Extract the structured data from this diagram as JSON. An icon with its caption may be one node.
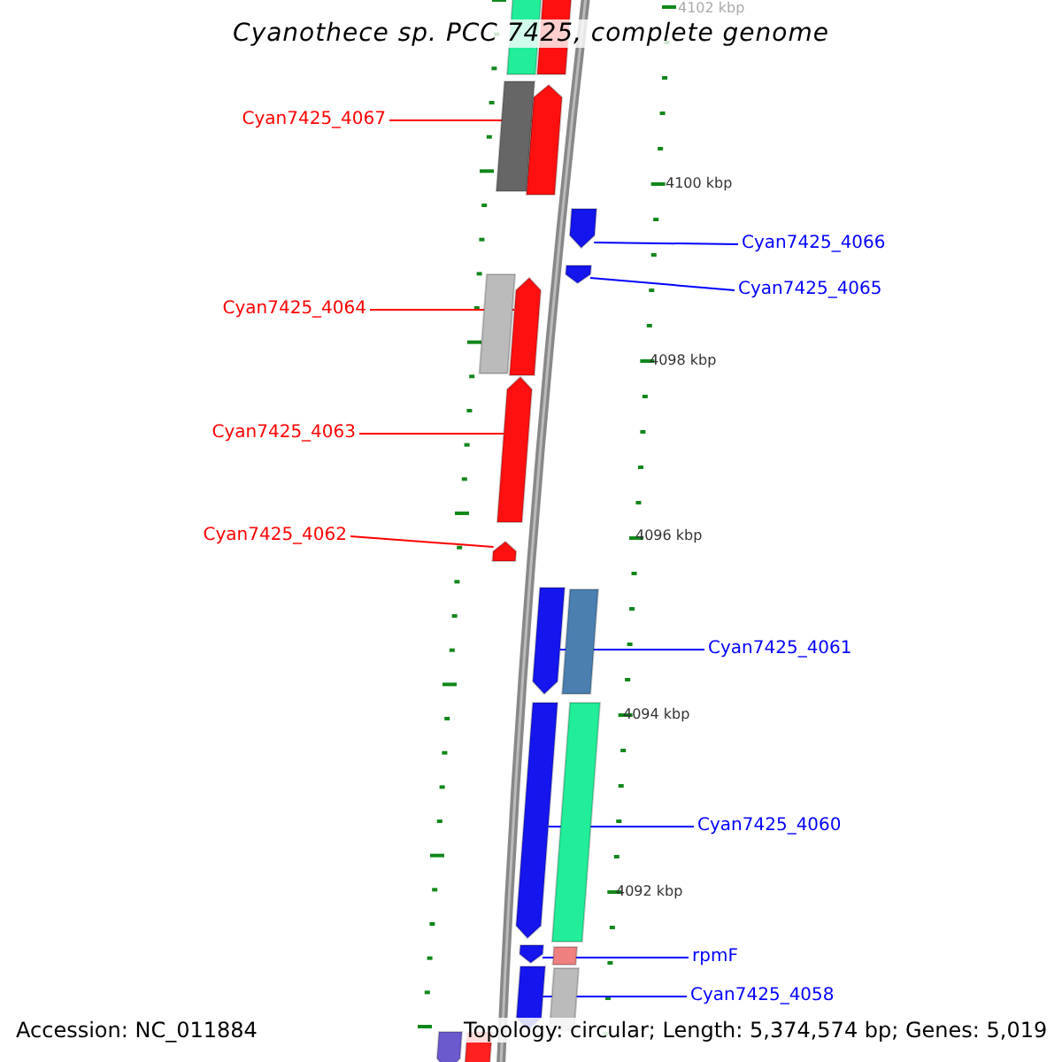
{
  "diagram": {
    "title": "Cyanothece sp. PCC 7425, complete genome",
    "nodes": [
      {
        "text": [
          "Cyan7425_4067"
        ]
      },
      {
        "text": [],
        "shape": "arrow"
      },
      {
        "text": [],
        "shape": "arrow"
      },
      {
        "text": [
          "Cyan7425_4066"
        ]
      },
      {
        "text": [],
        "shape": "arrow"
      },
      {
        "text": [
          "Cyan7425_4065"
        ]
      },
      {
        "text": [
          "Cyan7425_4064"
        ]
      },
      {
        "text": [],
        "shape": "arrow"
      },
      {
        "text": [
          "Cyan7425_4063"
        ]
      },
      {
        "text": [],
        "shape": "arrow"
      },
      {
        "text": [
          "Cyan7425_4062"
        ]
      },
      {
        "text": [],
        "shape": "arrow"
      },
      {
        "text": [],
        "shape": "arrow"
      },
      {
        "text": [
          "Cyan7425_4061"
        ]
      },
      {
        "text": [],
        "shape": "arrow"
      },
      {
        "text": [
          "Cyan7425_4060"
        ]
      },
      {
        "text": [],
        "shape": "arrow"
      },
      {
        "text": [
          "rpmF"
        ]
      },
      {
        "text": [],
        "shape": "arrow"
      },
      {
        "text": [
          "Cyan7425_4058"
        ]
      },
      {
        "text": [],
        "shape": "bar"
      },
      {
        "text": [],
        "shape": "bar"
      },
      {
        "text": [],
        "shape": "bar"
      },
      {
        "text": [],
        "shape": "bar"
      },
      {
        "text": [],
        "shape": "bar"
      },
      {
        "text": [],
        "shape": "bar"
      },
      {
        "text": [],
        "shape": "bar"
      },
      {
        "text": [],
        "shape": "bar"
      },
      {
        "text": [],
        "shape": "arrow"
      },
      {
        "text": [],
        "shape": "bar"
      }
    ],
    "edges": [
      {
        "from": 0,
        "to": 1,
        "arrow": "none",
        "color": "#ff0000"
      },
      {
        "from": 3,
        "to": 2,
        "arrow": "none"
      },
      {
        "from": 5,
        "to": 4,
        "arrow": "none"
      },
      {
        "from": 6,
        "to": 7,
        "arrow": "none",
        "color": "#ff0000"
      },
      {
        "from": 8,
        "to": 9,
        "arrow": "none",
        "color": "#ff0000"
      },
      {
        "from": 10,
        "to": 11,
        "arrow": "none",
        "color": "#ff0000"
      },
      {
        "from": 13,
        "to": 12,
        "arrow": "none"
      },
      {
        "from": 15,
        "to": 14,
        "arrow": "none"
      },
      {
        "from": 17,
        "to": 16,
        "arrow": "none"
      },
      {
        "from": 19,
        "to": 18,
        "arrow": "none"
      }
    ],
    "labels": [
      "4102 kbp",
      "4100 kbp",
      "4098 kbp",
      "4096 kbp",
      "4094 kbp",
      "4092 kbp",
      "Accession: NC_011884",
      "Topology: circular; Length: 5,374,574 bp; Genes: 5,019"
    ]
  }
}
